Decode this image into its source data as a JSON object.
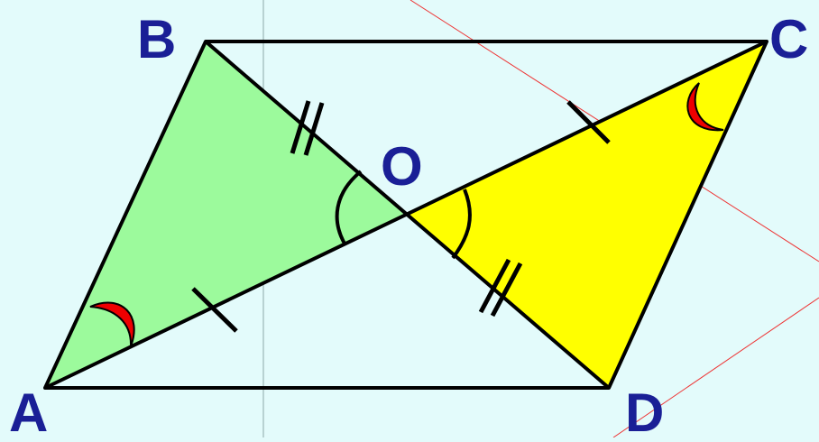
{
  "colors": {
    "background": "#e3fbfb",
    "triangle_left_fill": "#9cfa9c",
    "triangle_right_fill": "#ffff00",
    "outline": "#000000",
    "angle_arc_fill": "#ee0000",
    "label_color": "#1a1f96",
    "aux_line": "#ee3333",
    "guide_line": "#b8d2d2"
  },
  "labels": {
    "A": "A",
    "B": "B",
    "C": "C",
    "D": "D",
    "O": "O"
  }
}
